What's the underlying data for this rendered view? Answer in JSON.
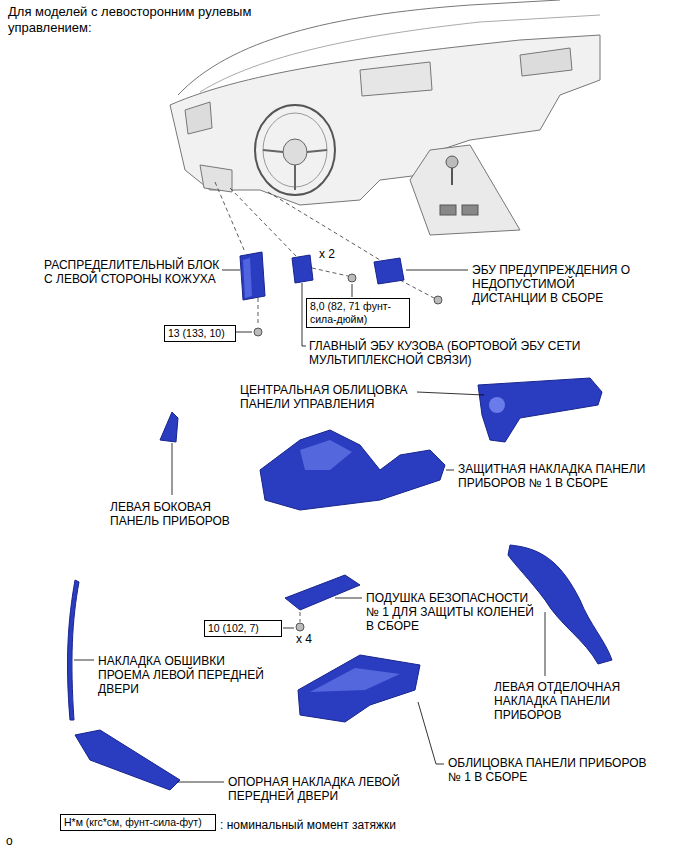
{
  "diagram": {
    "title": "Для моделей с левосторонним рулевым управлением:",
    "nodes": [
      {
        "text": [
          "8,0 (82, 71 фунт-сила-дюйм)"
        ]
      },
      {
        "text": [
          "13 (133, 10)"
        ]
      },
      {
        "text": [
          "10 (102, 7)"
        ]
      },
      {
        "text": [
          "Н*м (кгс*см, фунт-сила-фут)"
        ]
      }
    ],
    "labels": [
      "РАСПРЕДЕЛИТЕЛЬНЫЙ БЛОК С ЛЕВОЙ СТОРОНЫ КОЖУХА",
      "x 2",
      "ЭБУ ПРЕДУПРЕЖДЕНИЯ О НЕДОПУСТИМОЙ ДИСТАНЦИИ В СБОРЕ",
      "ГЛАВНЫЙ ЭБУ КУЗОВА (БОРТОВОЙ ЭБУ СЕТИ МУЛЬТИПЛЕКСНОЙ СВЯЗИ)",
      "ЦЕНТРАЛЬНАЯ ОБЛИЦОВКА ПАНЕЛИ УПРАВЛЕНИЯ",
      "ЗАЩИТНАЯ НАКЛАДКА ПАНЕЛИ ПРИБОРОВ № 1 В СБОРЕ",
      "ЛЕВАЯ БОКОВАЯ ПАНЕЛЬ ПРИБОРОВ",
      "ПОДУШКА БЕЗОПАСНОСТИ № 1 ДЛЯ ЗАЩИТЫ КОЛЕНЕЙ В СБОРЕ",
      "x 4",
      "НАКЛАДКА ОБШИВКИ ПРОЕМА ЛЕВОЙ ПЕРЕДНЕЙ ДВЕРИ",
      "ЛЕВАЯ ОТДЕЛОЧНАЯ НАКЛАДКА ПАНЕЛИ ПРИБОРОВ",
      "ОБЛИЦОВКА ПАНЕЛИ ПРИБОРОВ № 1 В СБОРЕ",
      "ОПОРНАЯ НАКЛАДКА ЛЕВОЙ ПЕРЕДНЕЙ ДВЕРИ",
      ": номинальный момент затяжки",
      "o"
    ]
  }
}
